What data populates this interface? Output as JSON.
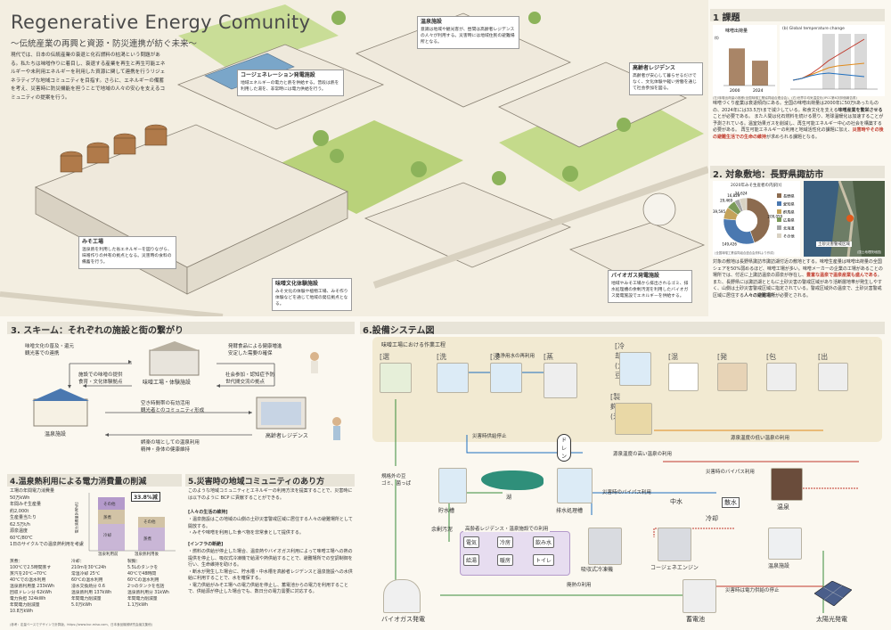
{
  "header": {
    "title": "Regenerative Energy Comunity",
    "subtitle": "〜伝統産業の再興と資源・防災連携が紡ぐ未来〜",
    "intro": "現代では、日本の伝統産業の衰退と化石燃料の枯渇という問題がある。私たちは味噌作りに着目し、衰退する産業を再生と再生可能エネルギーや未利用エネルギーを利用した資源に関して連携を行うリジェネラティブな地域コミュニティを目指す。さらに、エネルギーの備蓄を考え、災害時に防災機能を担うことで地域の人々の安心を支えるコミュニティの提案を行う。"
  },
  "callouts": {
    "onsen": {
      "title": "温泉施設",
      "body": "意識は地域や観光客が、昼間は高齢者レジデンスの人々が利用する。災害時には地域住民の避難場所となる。"
    },
    "cogen": {
      "title": "コージェネレーション発電施設",
      "body": "地域エネルギーの電力と熱を供給する。普段は熱を利用した湯を、非常時には電力供給を行う。"
    },
    "elder": {
      "title": "高齢者レジデンス",
      "body": "高齢者が安心して暮らせるだけでなく、文化体験や軽い労働を通じて社会参加を図る。"
    },
    "miso": {
      "title": "みそ工場",
      "body": "温泉熱を利用した省エネルギーを図りながら、味噌作りの共有の拠点となる。災害時の食料の備蓄を行う。"
    },
    "culture": {
      "title": "味噌文化体験施設",
      "body": "みそ文化の体験や植物工場、みそ作り体験などを通じて地域の発信拠点となる。"
    },
    "biogas": {
      "title": "バイオガス発電施設",
      "body": "地域やみそ工場から排出されるゴミ、排水処理槽の余剰汚泥を利用したバイオガス発電施設でエネルギーを供給する。"
    }
  },
  "issue": {
    "title": "1 課題",
    "chart_small_title": "味噌出荷量",
    "chart_small_unit": "(t)",
    "chart_temp_title": "(b) Global temperature change",
    "chart_note": "(左)味噌出荷量の推移(全国味噌工業協同組合連合会)、(右)世界平均気温変化(IPCC第6次評価報告書)",
    "body_1": "味噌づくり産業は衰退傾向にある。全国の味噌出荷量は2000年に50万tあったものの、2024年には33.5万tまで減少している。和食文化を支える",
    "body_1_bold": "味噌産業を繁栄させる",
    "body_1b": "ことが必要である。",
    "body_2": "また人間は化石燃料を続ける限り、地球温暖化は加速することが予測されている。温室効果ガスを削減し、再生可能エネルギー中心の社会を構築する必要がある。",
    "body_3": "再生可能エネルギーの利用と地域活性化の課題に加え、",
    "body_3_bold": "災害時やその後の避難生活での生命の維持",
    "body_3b": "が求められる課題となる。"
  },
  "site": {
    "title": "2. 対象敷地：長野県諏訪市",
    "pie_title": "2020年みそ生産者の内訳[t]",
    "pie_note": "(全国味噌工業協同組合連合会資料より作成)",
    "map_label": "土砂災害警戒区域",
    "map_note": "(国土地理院地図)",
    "body": "対象の敷地は長野県諏訪市諏訪湖付近の敷地とする。味噌生産量は味噌出荷量の全国シェアを50%弱めるほど、味噌工場が多い。味噌メーカーの企業の工場があることの場所では、付近に上諏訪温泉の源泉が存在し、",
    "body_bold": "豊富な温泉で温泉産業も盛んである",
    "body_b": "。また、長野県には諏訪湖とともに土砂災害の警戒区域があり活断層地帯が発生しやすく、山側は土砂災害警戒区域に指定されている。警戒区域外の温泉で、土砂災害警戒区域に居住する",
    "body_bold2": "人々の避難場所",
    "body_c": "が必要とされる。"
  },
  "scheme": {
    "title": "3. スキーム：それぞれの施設と街の繋がり",
    "l1": "味噌文化の普及・還元\n観光客での連携",
    "l2": "施設での味噌の提供\n食育・文化体験拠点",
    "l3": "発酵食品による健康増進\n安定した需要の確保",
    "l4": "社会参加・認知症予防\n世代間交流の拠点",
    "l5": "空き時間帯の有効活用\n観光者とのコミュニティ形成",
    "l6": "娯楽の場としての温泉利用\n精神・身体の健康維持",
    "node_factory": "味噌工場・体験施設",
    "node_onsen": "温泉施設",
    "node_elder": "高齢者レジデンス"
  },
  "onsen_heat": {
    "title": "4.温泉熱利用による電力消費量の削減",
    "left_text": "工場の年間電力消費量\n50万kWh\n年間みそ生産量\n約2,000t\n生産量当たり\n62.5万t/h\n源泉温度\n60℃/80℃\n1日のサイクルでの温泉熱利用を考慮",
    "percent_label": "33.8%減",
    "chart_ylabel": "電力消費量[kWh/t]",
    "bar_labels": [
      "その他",
      "蒸煮",
      "冷却",
      "その他",
      "蒸煮"
    ],
    "xcat_1": "温泉利用前",
    "xcat_2": "温泉熱利用後",
    "col1": "蒸煮：\n100℃で2.5時間蒸す\n蒸汽を20℃→70℃\n40℃での温水利用\n温泉熱利用量 233kWh\n回収ドレン分 62kWh\n電力負担 324kWh\n年間電力削減量\n10.8万kWh",
    "col2": "冷却：\n210mを30℃24h\n常温冷却 25℃\n60℃の温水利用\n浸水交換熱分 0.6\n温泉熱利用 137kWh\n年間電力削減量\n5.0万kWh",
    "col3": "製麹：\n5.5Lのタンクを\n40℃で48時間\n60℃の温水利用\n2つのタンクを包括\n温泉熱利用分 31kWh\n年間電力削減量\n1.1万kWh",
    "val1": "10.8万kWh",
    "val2": "5.0万kWh",
    "val3": "1.1万kWh",
    "note": "(参考：定量ベースでデザインで計算版、https://www.kur-miso.com、日本食品機械研究会論文集他)"
  },
  "disaster": {
    "title": "5.災害時の地域コミュニティのあり方",
    "intro": "このような地域コミュニティとエネルギーの利用方法を提案することで、災害時には以下のように BCP に貢献することができる。",
    "h1": "[人々の生活の維持]",
    "b1": "・温泉施設はこの地域の山側の土砂災害警戒区域に居住する人々の避難場所として開放する。\n・みそや味噌を利用した食べ物を非常食として提供する。",
    "h2": "[インフラの断絶]",
    "b2": "・燃料の供給が停止した場合、温泉熱やバイオガス利用によって味噌工場への熱の提供を停止し、吸収式冷凍機で給湯や熱供給することで、避難場所での空調制御を行い、生命維持を助ける。\n・断水が発生した場合に、貯水槽・中水槽を高齢者レジデンスと温泉施設への水供給に利用することで、水を確保する。\n・電力供給がみそ工場への電力供給を停止し、蓄電池からの電力を利用することで、供給源が停止した場合でも、数日分の電力需要に対応する。"
  },
  "system": {
    "title": "6.設備システム図",
    "area_label": "味噌工場における作業工程",
    "steps": [
      "[選別]",
      "[洗浄]",
      "[浸漬]",
      "[蒸煮]",
      "[冷却(大豆)]",
      "[製麹(米)]",
      "[混合]",
      "[発酵]",
      "[包装]",
      "[出荷]"
    ],
    "washwater": "洗浄用水の再利用",
    "drain": "ドレン",
    "disaster_supply": "災害時供給停止",
    "hot_high": "源泉温度の高い温泉の利用",
    "hot_low": "源泉温度の低い温泉の利用",
    "bypass1": "災害時のバイパス利用",
    "bypass2": "災害時のバイパス利用",
    "waste": "規格外の豆\nゴミ、菌っぱ",
    "lake": "湖",
    "storage": "貯水槽",
    "wastewater": "排水処理槽",
    "middle_water": "中水",
    "sprinkle": "散水",
    "cool": "冷却",
    "onsen": "温泉",
    "surplus": "余剰汚泥",
    "facility_label": "高齢者レジデンス・温泉施設での利用",
    "uses": [
      "電気",
      "冷房",
      "飲み水",
      "給湯",
      "暖房",
      "トイレ"
    ],
    "absorb": "吸収式冷凍機",
    "cogen": "コージェネエンジン",
    "onsen_facility": "温泉施設",
    "exhaust_heat": "廃熱の利用",
    "stop_supply": "災害時は電力供給の停止",
    "biogas": "バイオガス発電",
    "battery": "蓄電池",
    "solar": "太陽光発電"
  },
  "chart_data": [
    {
      "type": "bar",
      "title": "味噌出荷量",
      "categories": [
        "2000",
        "2024"
      ],
      "values": [
        500000,
        335000
      ],
      "ylabel": "(t)",
      "ylim": [
        0,
        600000
      ]
    },
    {
      "type": "pie",
      "title": "2020年みそ生産者の内訳[t]",
      "series": [
        {
          "name": "長野県",
          "value": 209059
        },
        {
          "name": "愛知県",
          "value": 149426
        },
        {
          "name": "群馬県",
          "value": 39595
        },
        {
          "name": "広島県",
          "value": 29469
        },
        {
          "name": "北海道",
          "value": 16829
        },
        {
          "name": "その他",
          "value": 24624
        }
      ],
      "legend": "right"
    },
    {
      "type": "bar",
      "title": "電力消費量",
      "categories": [
        "温泉利用前",
        "温泉熱利用後"
      ],
      "percent_change": "33.8%減"
    }
  ],
  "colors": {
    "accent": "#e05a1b",
    "section_bar": "#e4dfd2",
    "flow_blue": "#1f6fbf",
    "flow_red": "#c0392b",
    "flow_green": "#3a8d3a",
    "flow_orange": "#e08a1b"
  }
}
